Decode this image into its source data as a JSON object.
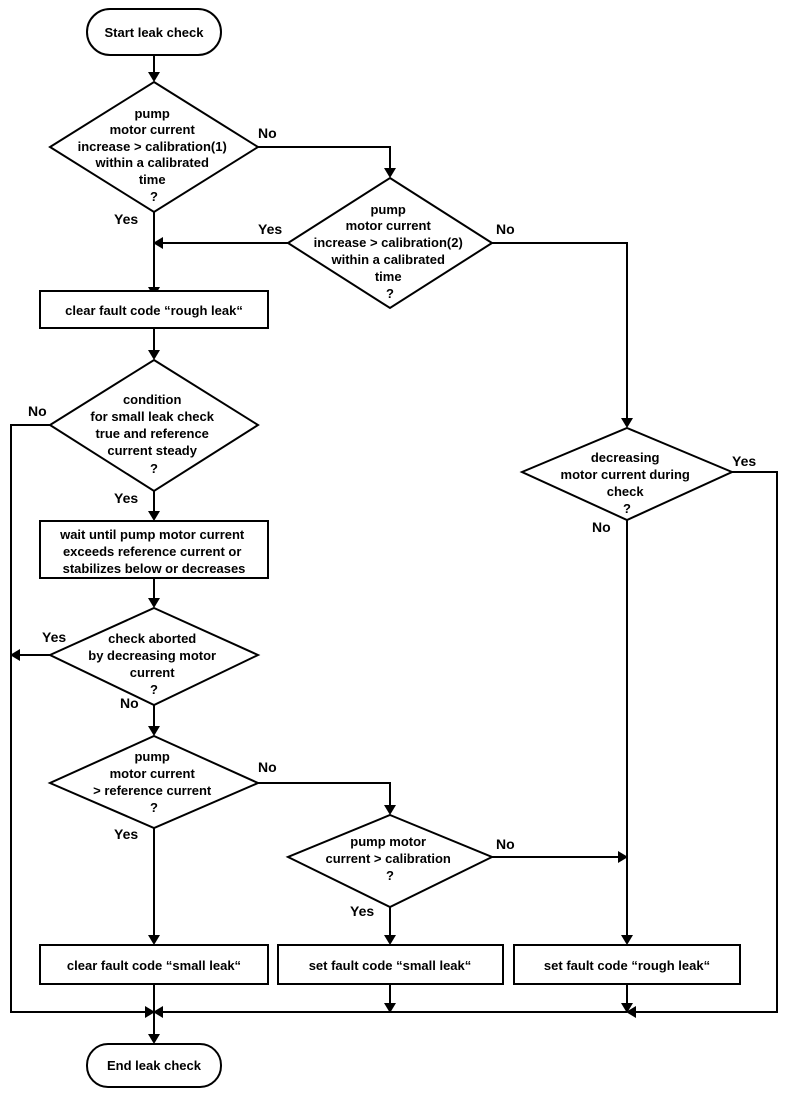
{
  "nodes": {
    "start": "Start leak check",
    "end": "End leak check",
    "decision_cal1": [
      "pump",
      "motor current",
      "increase > calibration(1)",
      "within a calibrated",
      "time",
      "?"
    ],
    "decision_cal2": [
      "pump",
      "motor current",
      "increase > calibration(2)",
      "within a calibrated",
      "time",
      "?"
    ],
    "clear_rough": "clear fault code “rough leak“",
    "decision_small_cond": [
      "condition",
      "for small leak check",
      "true and reference",
      "current steady",
      "?"
    ],
    "decision_decreasing": [
      "decreasing",
      "motor current during",
      "check",
      "?"
    ],
    "wait_box": [
      "wait until pump motor current",
      "exceeds reference current or",
      "stabilizes below or decreases"
    ],
    "decision_aborted": [
      "check aborted",
      "by decreasing motor",
      "current",
      "?"
    ],
    "decision_ref": [
      "pump",
      "motor current",
      "> reference current",
      "?"
    ],
    "decision_pump_cal": [
      "pump motor",
      "current > calibration",
      "?"
    ],
    "clear_small": "clear fault code “small leak“",
    "set_small": "set fault code “small leak“",
    "set_rough": "set fault code “rough leak“"
  },
  "labels": {
    "cal1_no": "No",
    "cal1_yes": "Yes",
    "cal2_yes": "Yes",
    "cal2_no": "No",
    "cond_no": "No",
    "cond_yes": "Yes",
    "decr_yes": "Yes",
    "decr_no": "No",
    "abort_yes": "Yes",
    "abort_no": "No",
    "ref_no": "No",
    "ref_yes": "Yes",
    "pcal_no": "No",
    "pcal_yes": "Yes"
  }
}
